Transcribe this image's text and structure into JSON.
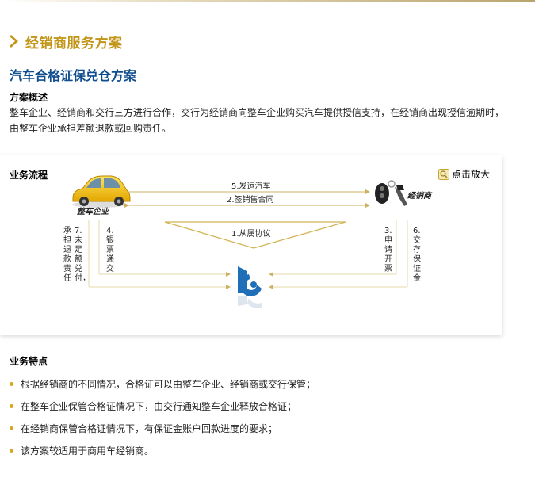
{
  "section": {
    "title": "经销商服务方案"
  },
  "subtitle": "汽车合格证保兑仓方案",
  "overview": {
    "label": "方案概述",
    "text": "整车企业、经销商和交行三方进行合作，交行为经销商向整车企业购买汽车提供授信支持，在经销商出现授信逾期时，由整车企业承担差额退款或回购责任。"
  },
  "flow": {
    "label": "业务流程",
    "zoom_label": "点击放大",
    "car_label": "整车企业",
    "dealer_label": "经销商",
    "step1": "1.从属协议",
    "step2": "2.签销售合同",
    "step3": "3.申请开票",
    "step4": "4.银票递交",
    "step5": "5.发运汽车",
    "step6": "6.交存保证金",
    "step7": "7.未足额兑付，承担退款责任"
  },
  "features": {
    "label": "业务特点",
    "items": [
      "根据经销商的不同情况，合格证可以由整车企业、经销商或交行保管；",
      "在整车企业保管合格证情况下，由交行通知整车企业释放合格证；",
      "在经销商保管合格证情况下，有保证金账户回款进度的要求；",
      "该方案较适用于商用车经销商。"
    ]
  },
  "colors": {
    "accent": "#c39619",
    "title_blue": "#0e4d8f",
    "arrow_gold": "#d2b455"
  }
}
